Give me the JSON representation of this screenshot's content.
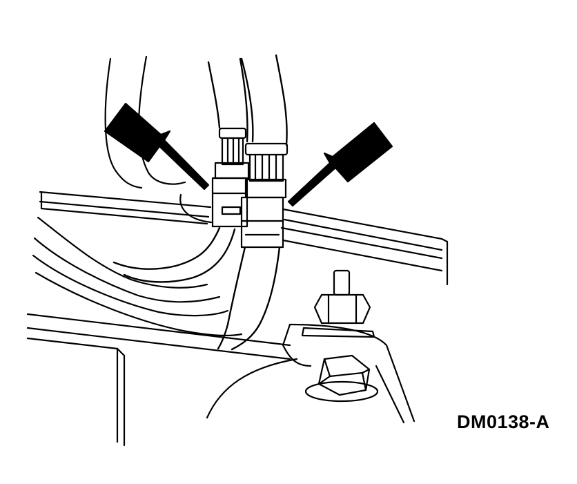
{
  "figure": {
    "id_label": "DM0138-A",
    "line_color": "#000000",
    "background": "#ffffff",
    "callouts": [
      {
        "name": "left-pointer-arrow",
        "target": "left-hose-connector-clip"
      },
      {
        "name": "right-pointer-arrow",
        "target": "right-hose-connector-clip"
      }
    ]
  }
}
